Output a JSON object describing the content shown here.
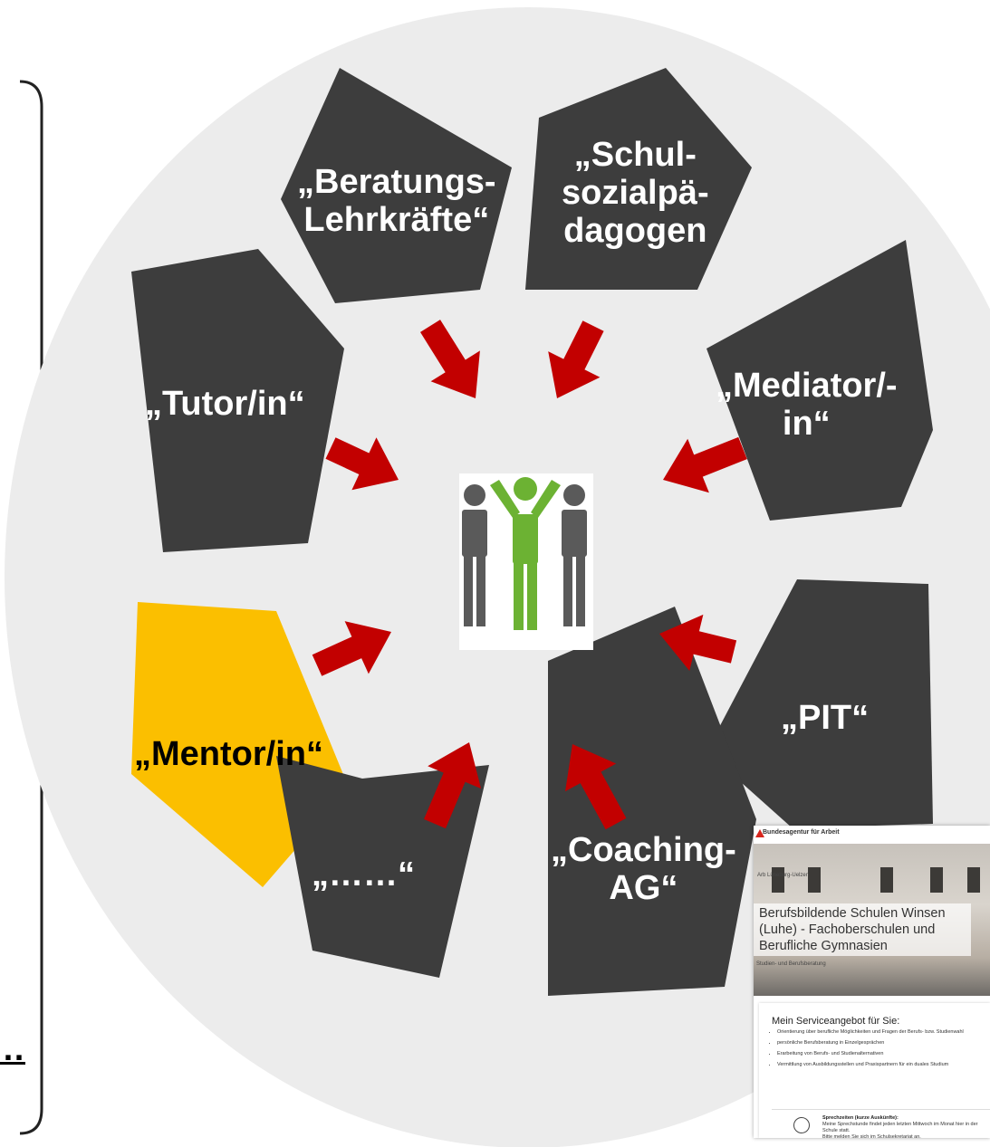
{
  "colors": {
    "circle": "#ececec",
    "pentagon": "#3d3d3d",
    "mentor_highlight": "#fbbf00",
    "arrow": "#c20000",
    "person_grey": "#5a5a5a",
    "person_green": "#6cb233"
  },
  "roles": {
    "beratung": "„Beratungs-\nLehrkräfte“",
    "schulsozial": "„Schul-\nsozialpä-\ndagogen",
    "mediator": "„Mediator/-\nin“",
    "tutor": "„Tutor/in“",
    "mentor": "„Mentor/in“",
    "pit": "„PIT“",
    "coaching": "„Coaching-\nAG“",
    "dots": "„……“"
  },
  "truncated_text": "…",
  "center_icon": "group-of-people-icon",
  "screenshot": {
    "brand": "Bundesagentur für Arbeit",
    "breadcrumb": "Arb Lüneburg-Uelzen",
    "title": "Berufsbildende Schulen Winsen (Luhe) - Fachoberschulen und Berufliche Gymnasien",
    "subtitle": "Studien- und Berufsberatung",
    "service_title": "Mein Serviceangebot für Sie:",
    "services": [
      "Orientierung über berufliche Möglichkeiten und Fragen der Berufs- bzw. Studienwahl",
      "persönliche Berufsberatung in Einzelgesprächen",
      "Erarbeitung von Berufs- und Studienalternativen",
      "Vermittlung von Ausbildungsstellen und Praxispartnern für ein duales Studium"
    ],
    "office_hours_title": "Sprechzeiten (kurze Auskünfte):",
    "office_hours_text": "Meine Sprechstunde findet jeden letzten Mittwoch im Monat hier in der Schule statt.\nBitte melden Sie sich im Schulsekretariat an."
  }
}
